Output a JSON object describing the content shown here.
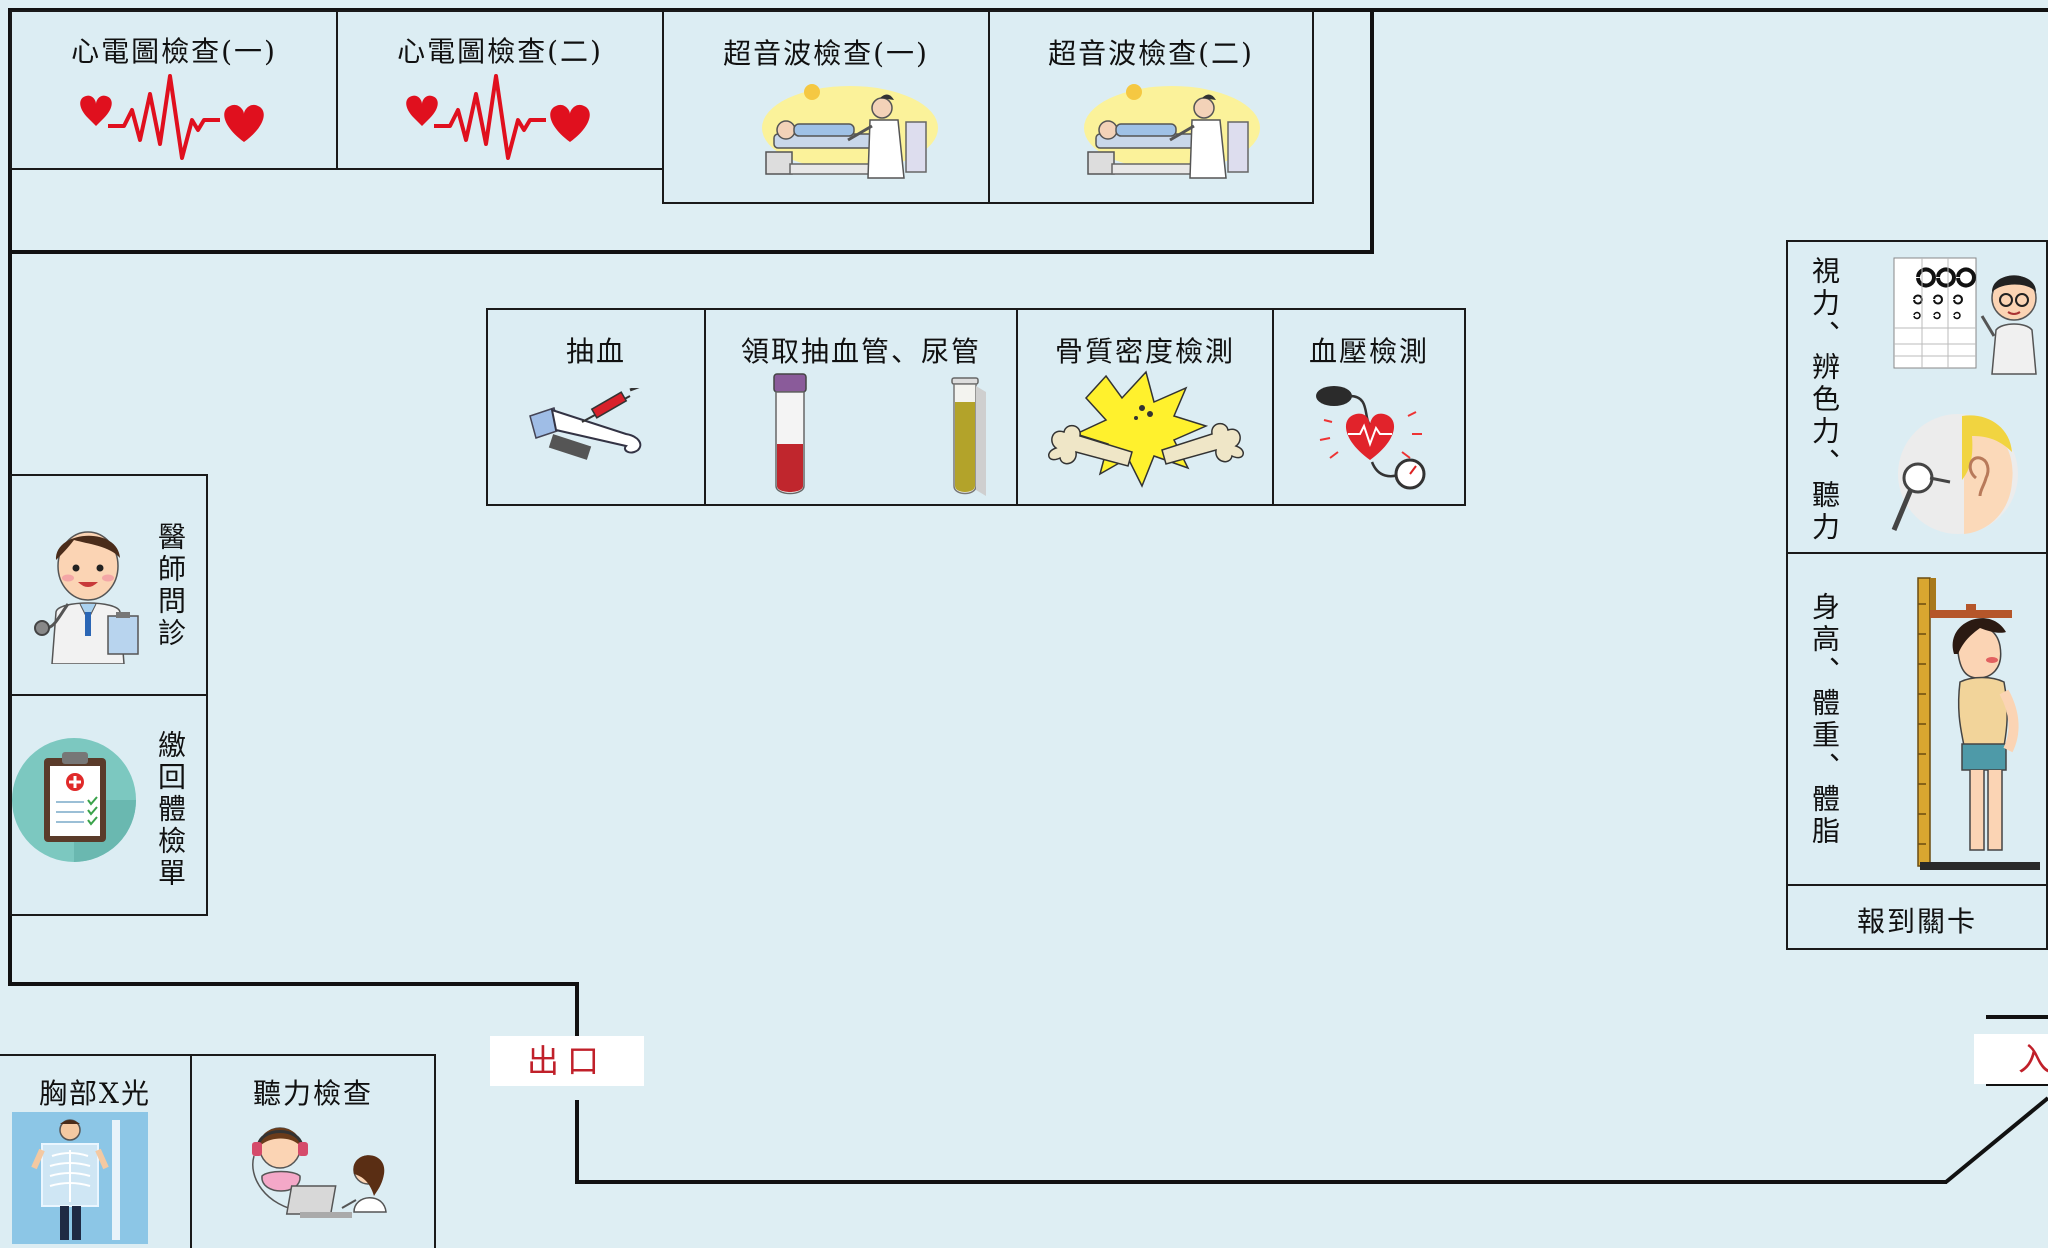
{
  "rooms": {
    "ecg1": "心電圖檢查(一)",
    "ecg2": "心電圖檢查(二)",
    "us1": "超音波檢查(一)",
    "us2": "超音波檢查(二)",
    "blood_draw": "抽血",
    "tubes": "領取抽血管、尿管",
    "bone": "骨質密度檢測",
    "bp": "血壓檢測",
    "doctor": "醫師問診",
    "return_form": "繳回體檢單",
    "vision": "視力、辨色力、聽力",
    "height": "身高、體重、體脂",
    "checkin": "報到關卡",
    "xray": "胸部X光",
    "hearing": "聽力檢查"
  },
  "signs": {
    "exit": "出口",
    "entrance": "入"
  },
  "colors": {
    "background": "#deeef3",
    "wall": "#111111",
    "sign_text": "#c0202a",
    "heart": "#e0101e"
  }
}
